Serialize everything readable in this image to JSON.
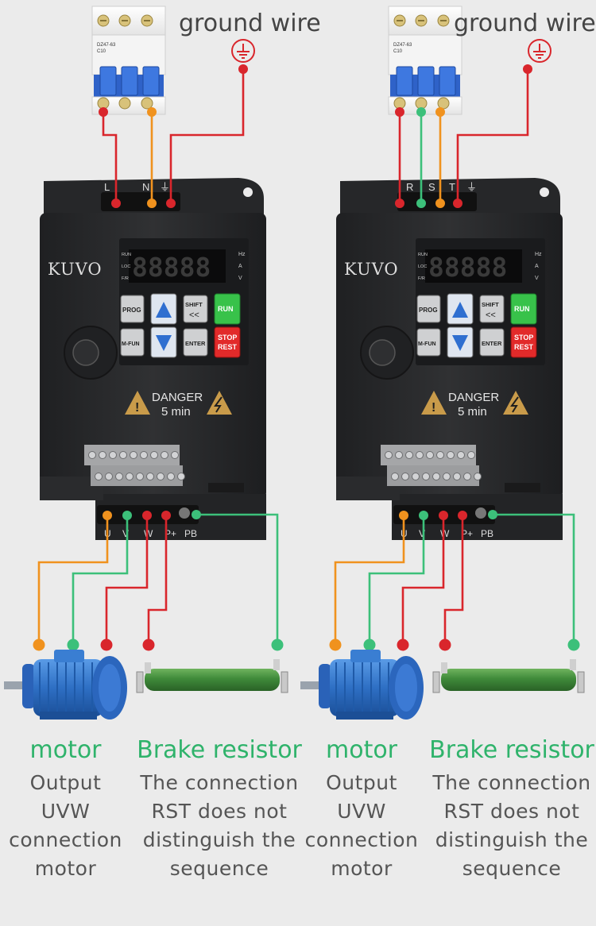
{
  "colors": {
    "background": "#ebebeb",
    "wire_red": "#d9262c",
    "wire_orange": "#f0921e",
    "wire_green": "#3cc07a",
    "caption_green": "#2fb36b",
    "caption_gray": "#555555",
    "motor_blue": "#2e6fc4",
    "resistor_green": "#3f8a3a",
    "drive_body": "#2b2c2e"
  },
  "panels": [
    {
      "id": "single-phase",
      "ground_label": "ground wire",
      "breaker_model": "DZ47-63",
      "breaker_rating": "C10",
      "input_terminals": [
        "L",
        "N",
        "⏚"
      ],
      "brand": "KUVO",
      "display_text": "88888",
      "indicators_left": [
        "RUN",
        "LOC",
        "F/R"
      ],
      "indicators_right": [
        "Hz",
        "A",
        "V"
      ],
      "keys": {
        "prog": "PROG",
        "shift": "SHIFT\n<<",
        "run": "RUN",
        "mfun": "M-FUN",
        "enter": "ENTER",
        "stop": "STOP\nREST"
      },
      "danger_title": "DANGER",
      "danger_time": "5 min",
      "output_terminals": [
        "U",
        "V",
        "W",
        "P+",
        "PB"
      ],
      "motor_title": "motor",
      "motor_desc": [
        "Output",
        "UVW",
        "connection",
        "motor"
      ],
      "resistor_title": "Brake resistor",
      "resistor_desc": [
        "The connection",
        "RST does not",
        "distinguish the",
        "sequence"
      ]
    },
    {
      "id": "three-phase",
      "ground_label": "ground wire",
      "breaker_model": "DZ47-63",
      "breaker_rating": "C10",
      "input_terminals": [
        "R",
        "S",
        "T",
        "⏚"
      ],
      "brand": "KUVO",
      "display_text": "88888",
      "indicators_left": [
        "RUN",
        "LOC",
        "F/R"
      ],
      "indicators_right": [
        "Hz",
        "A",
        "V"
      ],
      "keys": {
        "prog": "PROG",
        "shift": "SHIFT\n<<",
        "run": "RUN",
        "mfun": "M-FUN",
        "enter": "ENTER",
        "stop": "STOP\nREST"
      },
      "danger_title": "DANGER",
      "danger_time": "5 min",
      "output_terminals": [
        "U",
        "V",
        "W",
        "P+",
        "PB"
      ],
      "motor_title": "motor",
      "motor_desc": [
        "Output",
        "UVW",
        "connection",
        "motor"
      ],
      "resistor_title": "Brake resistor",
      "resistor_desc": [
        "The connection",
        "RST does not",
        "distinguish the",
        "sequence"
      ]
    }
  ]
}
